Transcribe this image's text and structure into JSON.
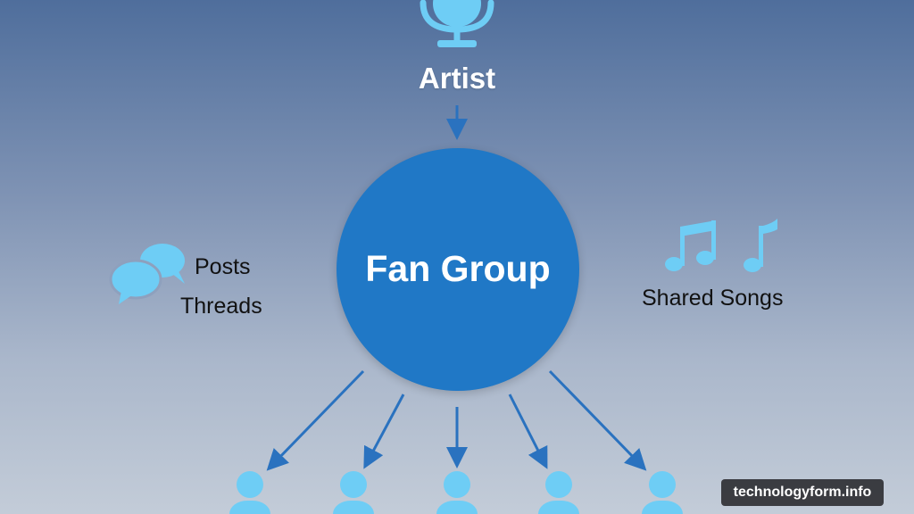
{
  "diagram": {
    "top_node": {
      "label": "Artist",
      "icon": "microphone-icon"
    },
    "center_node": {
      "label": "Fan Group",
      "color": "#2078c6"
    },
    "left_group": {
      "icon": "chat-bubbles-icon",
      "items": [
        "Posts",
        "Threads"
      ]
    },
    "right_group": {
      "icon": "music-notes-icon",
      "label": "Shared Songs"
    },
    "members": {
      "count": 5,
      "icon": "person-icon"
    }
  },
  "watermark": "technologyform.info",
  "colors": {
    "accent": "#2078c6",
    "icon_light": "#6ecdf5",
    "arrow": "#2a72bf"
  }
}
